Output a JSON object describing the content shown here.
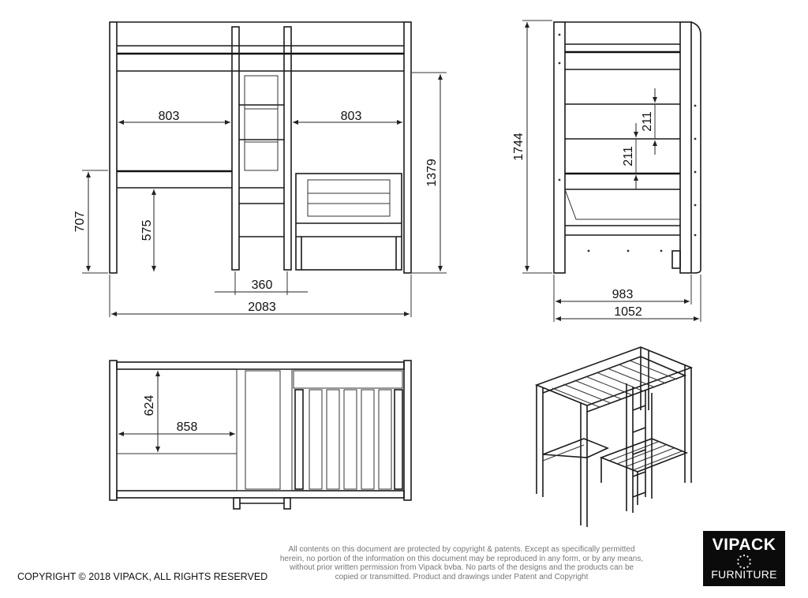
{
  "dimensions": {
    "front_shelf_left": "803",
    "front_shelf_right": "803",
    "desk_height": "707",
    "seat_height": "575",
    "ladder_width": "360",
    "total_length": "2083",
    "bed_height": "1379",
    "total_height": "1744",
    "shelf_spacing_upper": "211",
    "shelf_spacing_lower": "211",
    "inner_width": "983",
    "total_width": "1052",
    "top_depth": "624",
    "top_desk_width": "858"
  },
  "footer": {
    "copyright": "COPYRIGHT © 2018 VIPACK, ALL RIGHTS RESERVED",
    "legal": "All contents on this document are protected by copyright & patents. Except as specifically permitted herein, no portion of the information on this document may be reproduced in any form, or by any means, without prior written permission from Vipack bvba. No parts of the designs and the products can be copied or transmitted. Product and drawings under Patent and Copyright",
    "brand": "VIPACK",
    "brand_sub": "FURNITURE"
  },
  "colors": {
    "line": "#1a1a1a",
    "logo_bg": "#0b0b0b",
    "legal_text": "#777777"
  }
}
